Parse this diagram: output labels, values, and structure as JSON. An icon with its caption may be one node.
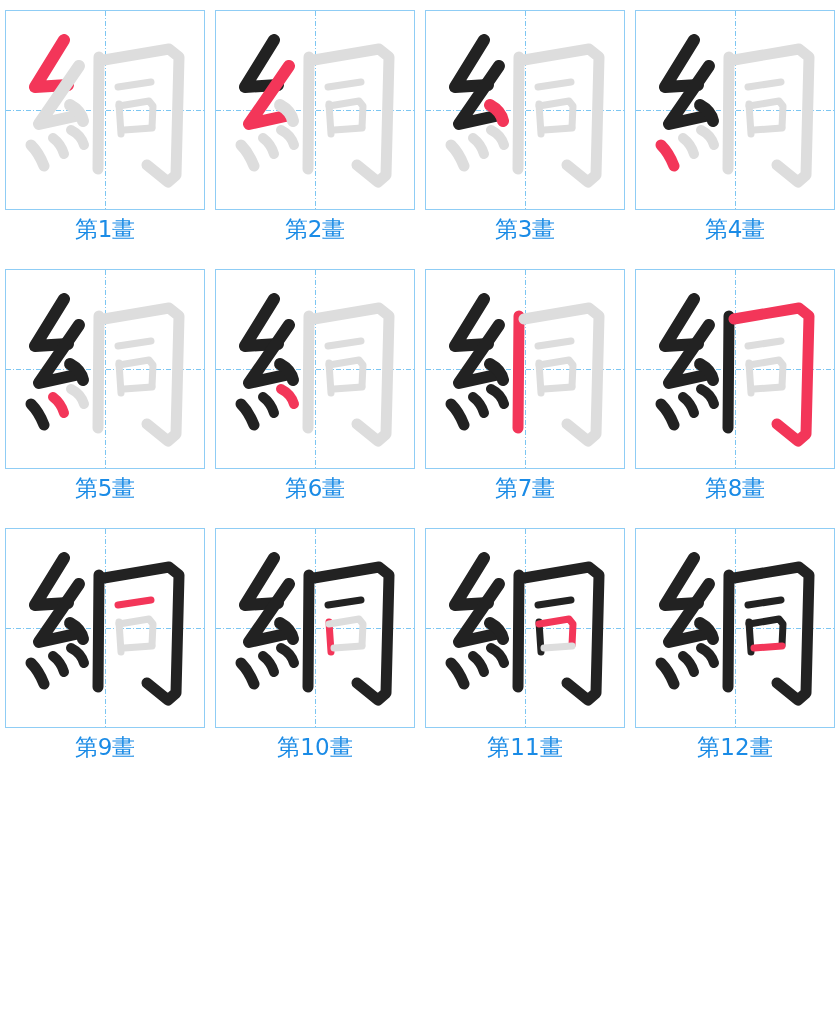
{
  "diagram": {
    "nodes": [
      {
        "text": [],
        "shape": "picture",
        "beside": [
          "第1畫"
        ]
      },
      {
        "text": [],
        "shape": "picture",
        "beside": [
          "第2畫"
        ]
      },
      {
        "text": [],
        "shape": "picture",
        "beside": [
          "第3畫"
        ]
      },
      {
        "text": [],
        "shape": "picture",
        "beside": [
          "第4畫"
        ]
      },
      {
        "text": [],
        "shape": "picture",
        "beside": [
          "第5畫"
        ]
      },
      {
        "text": [],
        "shape": "picture",
        "beside": [
          "第6畫"
        ]
      },
      {
        "text": [],
        "shape": "picture",
        "beside": [
          "第7畫"
        ]
      },
      {
        "text": [],
        "shape": "picture",
        "beside": [
          "第8畫"
        ]
      },
      {
        "text": [],
        "shape": "picture",
        "beside": [
          "第9畫"
        ]
      },
      {
        "text": [],
        "shape": "picture",
        "beside": [
          "第10畫"
        ]
      },
      {
        "text": [],
        "shape": "picture",
        "beside": [
          "第11畫"
        ]
      },
      {
        "text": [],
        "shape": "picture",
        "beside": [
          "第12畫"
        ]
      }
    ]
  }
}
